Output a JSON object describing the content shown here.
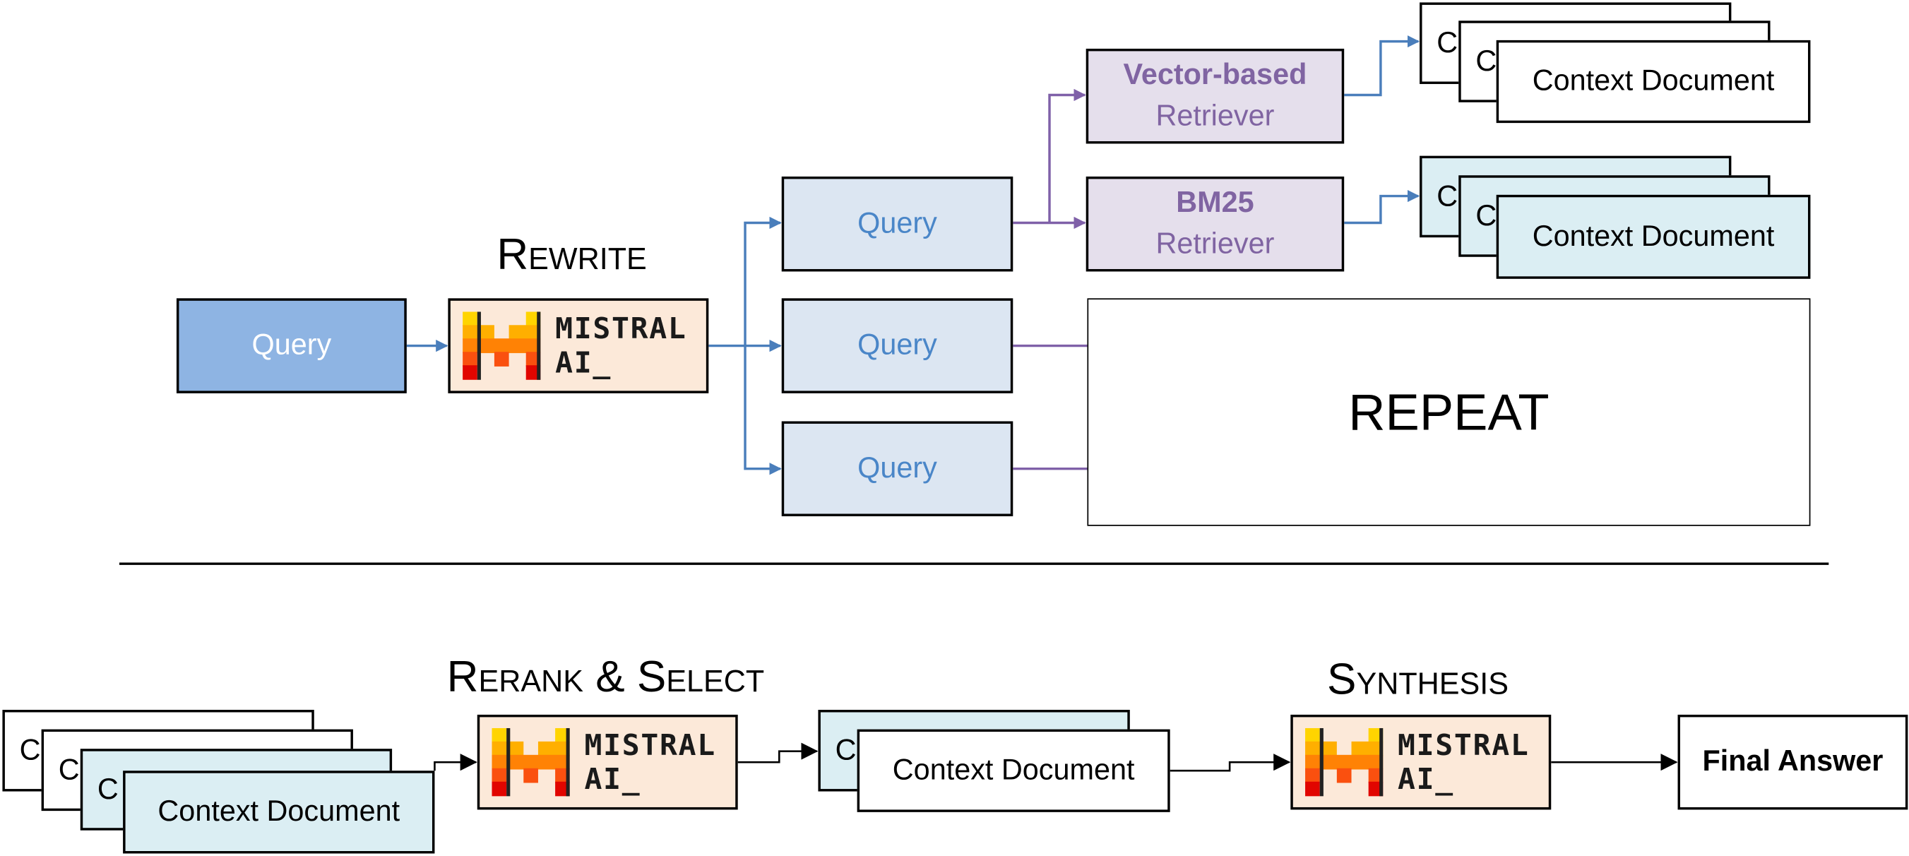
{
  "stages": {
    "rewrite": "Rewrite",
    "rerank": "Rerank & Select",
    "synthesis": "Synthesis"
  },
  "mistral": {
    "line1": "MISTRAL",
    "line2": "AI_"
  },
  "input_query": "Query",
  "queries": [
    "Query",
    "Query",
    "Query"
  ],
  "retrievers": [
    {
      "name": "Vector-based",
      "type": "Retriever"
    },
    {
      "name": "BM25",
      "type": "Retriever"
    }
  ],
  "doc_stub_char": "C",
  "context_document": "Context Document",
  "repeat": "REPEAT",
  "final_answer": "Final Answer",
  "colors": {
    "query_dark": "#8eb4e3",
    "query_light": "#dce6f2",
    "retriever": "#e5dfec",
    "doc_blue": "#dbeef3",
    "mistral_bg": "#fce9d9",
    "blue_arrow": "#4a7ebb",
    "purple_arrow": "#7f60a8"
  }
}
